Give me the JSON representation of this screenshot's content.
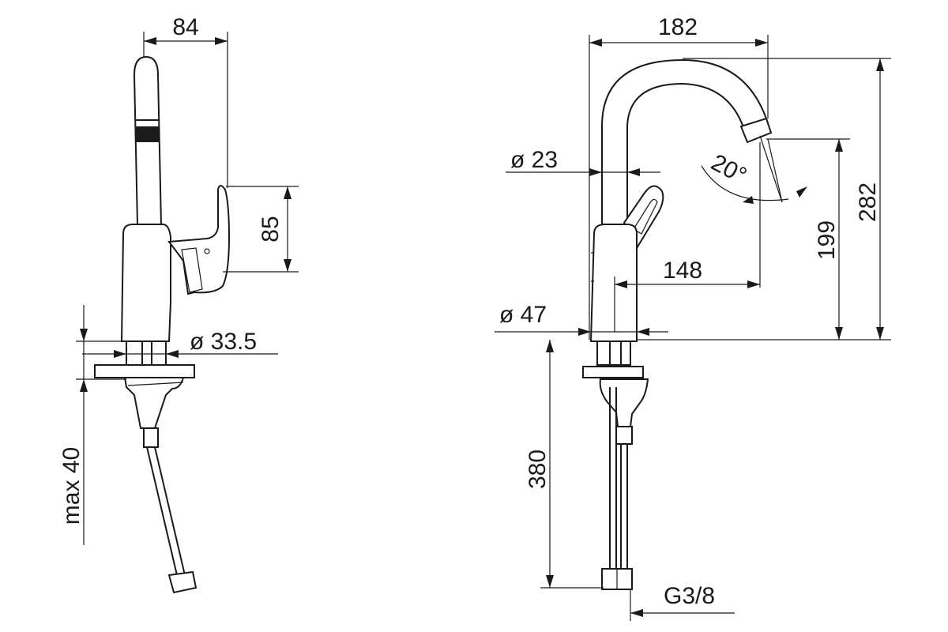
{
  "diagram": {
    "side_view": {
      "dimensions": {
        "spout_offset": "84",
        "lever_height": "85",
        "base_diameter": "ø 33.5",
        "deck_thickness": "max 40"
      }
    },
    "front_view": {
      "dimensions": {
        "spout_reach": "182",
        "spout_diameter": "ø 23",
        "swivel_angle": "20°",
        "total_height": "282",
        "outlet_height": "199",
        "outlet_reach": "148",
        "body_diameter": "ø 47",
        "hose_length": "380",
        "thread": "G3/8"
      }
    }
  }
}
